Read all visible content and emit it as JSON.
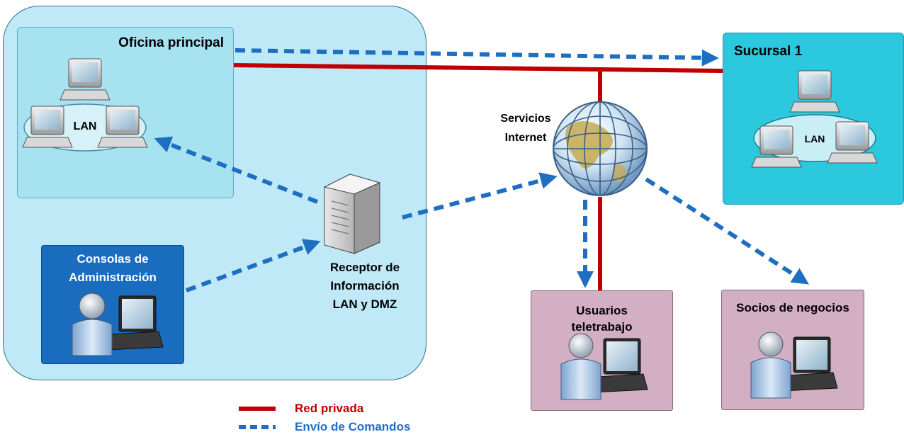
{
  "nodes": {
    "main_office_title": "Oficina principal",
    "main_office_lan": "LAN",
    "branch_title": "Sucursal 1",
    "branch_lan": "LAN",
    "consoles_line1": "Consolas de",
    "consoles_line2": "Administración",
    "receiver_line1": "Receptor de",
    "receiver_line2": "Información",
    "receiver_line3": "LAN y DMZ",
    "internet_line1": "Servicios",
    "internet_line2": "Internet",
    "telework_line1": "Usuarios",
    "telework_line2": "teletrabajo",
    "partners_title": "Socios de negocios"
  },
  "legend": {
    "private_network": "Red privada",
    "commands": "Envío de Comandos"
  },
  "colors": {
    "private_line": "#c00000",
    "command_line": "#1f6fc1",
    "outer_area": "#bfe9f7",
    "lan_box": "#9fe0ef",
    "branch_box": "#2fc6dc",
    "console_box": "#1666b8",
    "remote_box": "#cfa9bd"
  }
}
